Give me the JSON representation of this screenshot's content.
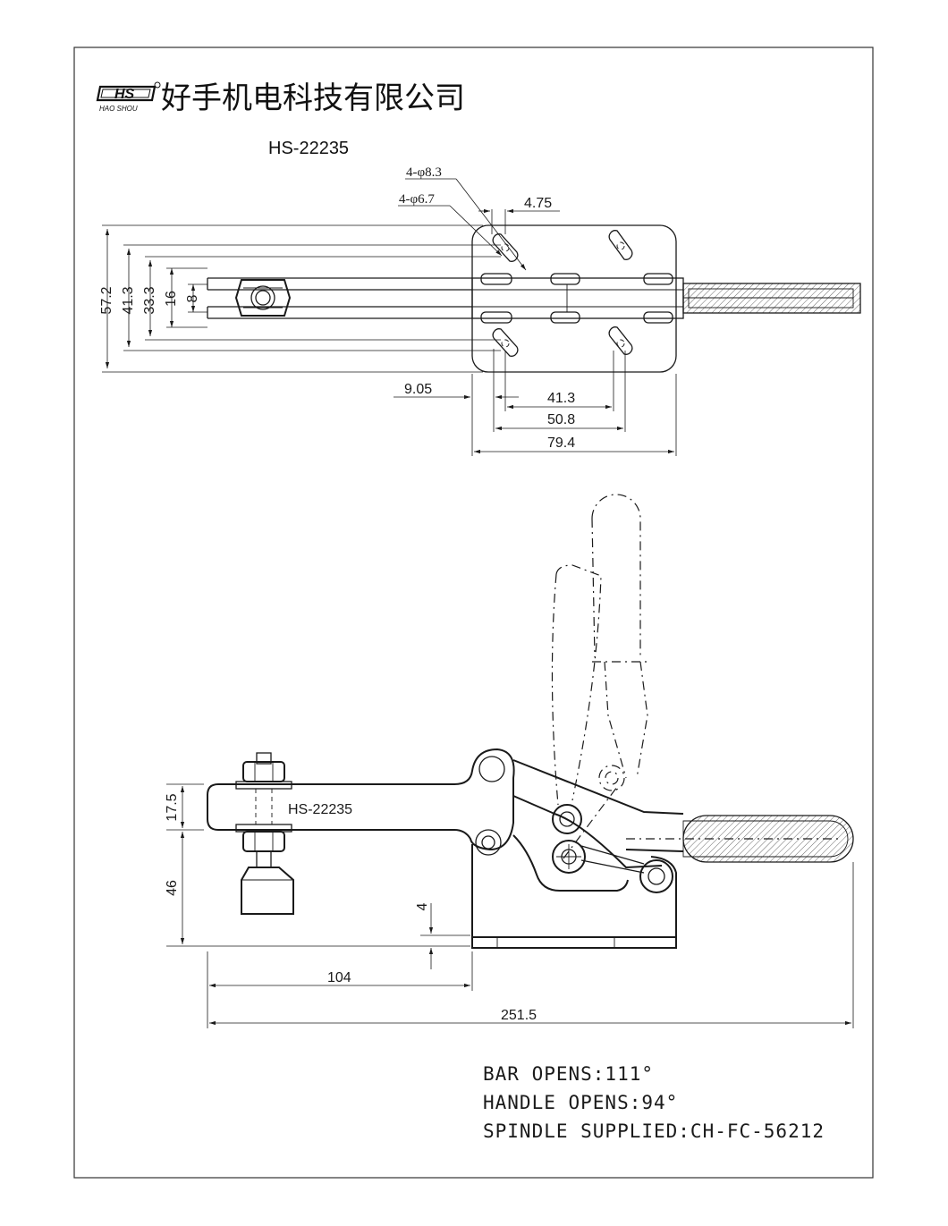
{
  "company": {
    "name": "好手机电科技有限公司",
    "logo_mark": "HS",
    "logo_sub": "HAO SHOU"
  },
  "top_view": {
    "model": "HS-22235",
    "callouts": {
      "hole_large": "4-φ8.3",
      "hole_small": "4-φ6.7",
      "slot_width": "4.75"
    },
    "vertical_dims": [
      "57.2",
      "41.3",
      "33.3",
      "16",
      "8"
    ],
    "horizontal_dims": [
      "9.05",
      "41.3",
      "50.8",
      "79.4"
    ]
  },
  "side_view": {
    "model": "HS-22235",
    "dims": {
      "spindle_height": "17.5",
      "bar_height": "46",
      "base_offset": "4",
      "bar_length": "104",
      "overall_length": "251.5"
    }
  },
  "notes": [
    "BAR OPENS:111°",
    "HANDLE OPENS:94°",
    "SPINDLE SUPPLIED:CH-FC-56212"
  ]
}
